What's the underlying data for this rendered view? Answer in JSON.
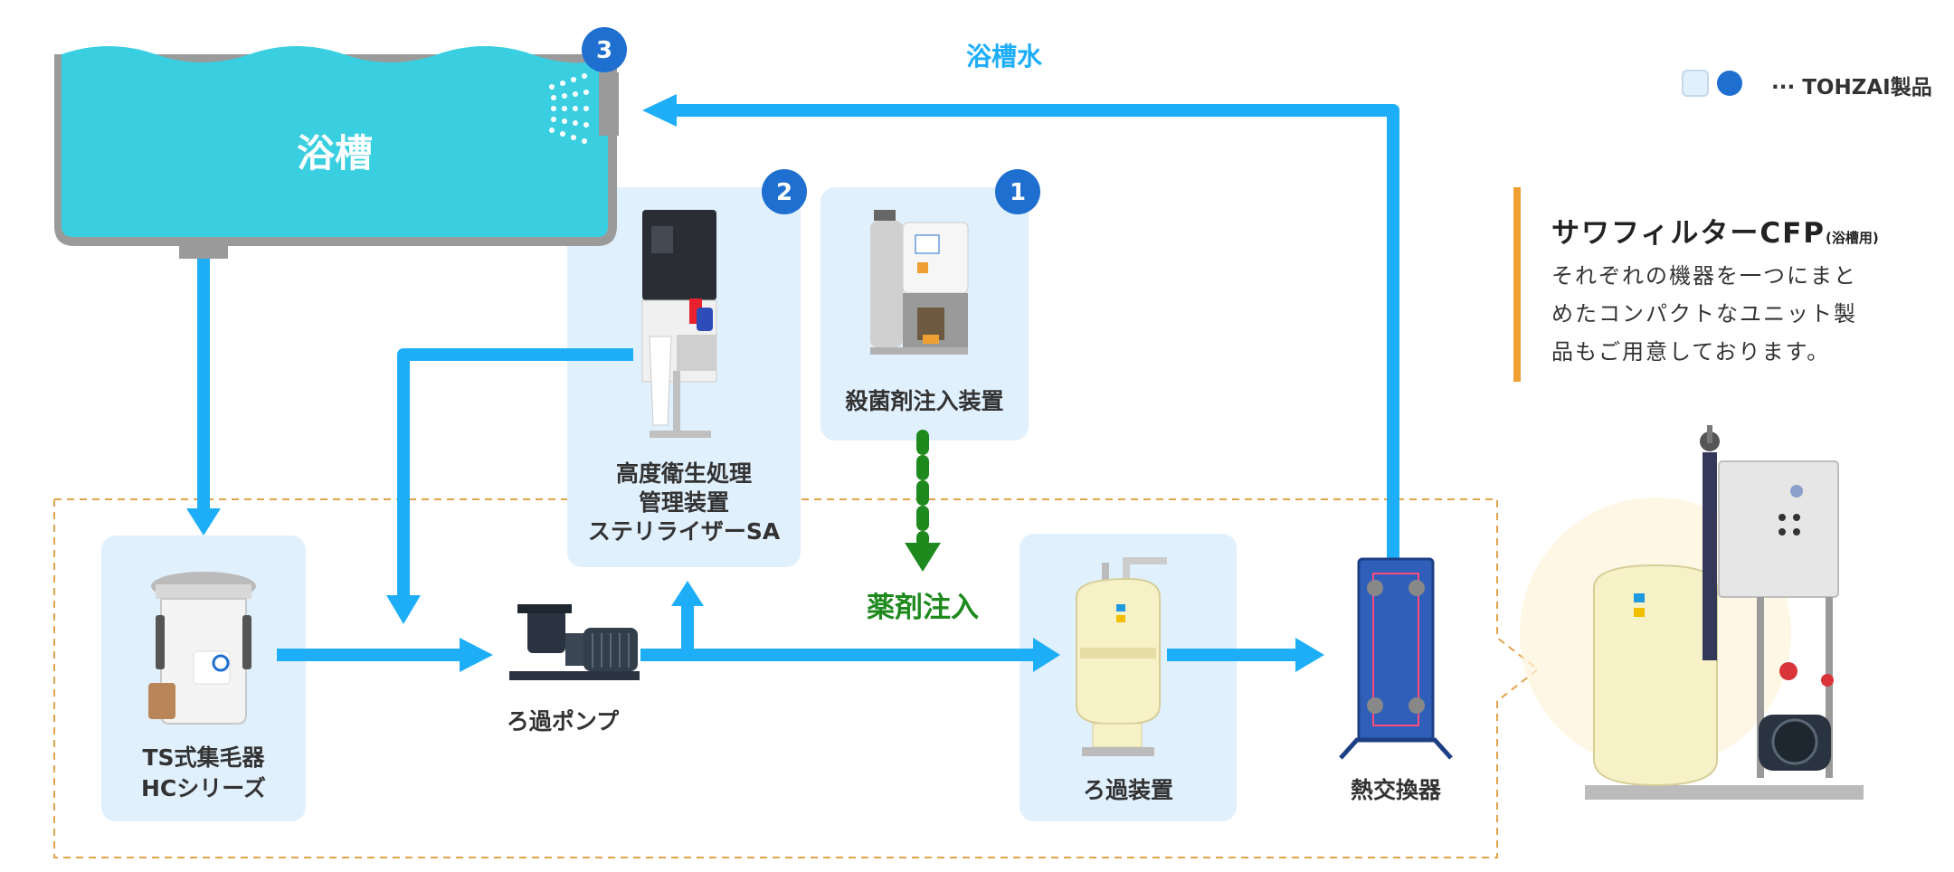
{
  "legend": {
    "text": "··· TOHZAI製品",
    "box_color": "#E1F0FD",
    "dot_color": "#1E6FCF"
  },
  "tank": {
    "label": "浴槽",
    "color": "#3ACFE0"
  },
  "flow_labels": {
    "return_water": "浴槽水",
    "chemical_injection": "薬剤注入"
  },
  "badges": [
    "1",
    "2",
    "3"
  ],
  "components": {
    "hair_catcher": {
      "line1": "TS式集毛器",
      "line2": "HCシリーズ"
    },
    "pump": {
      "label": "ろ過ポンプ"
    },
    "sterilizer": {
      "line1": "高度衛生処理",
      "line2": "管理装置",
      "line3": "ステリライザーSA"
    },
    "disinfectant_injector": {
      "label": "殺菌剤注入装置"
    },
    "filter": {
      "label": "ろ過装置"
    },
    "heat_exchanger": {
      "label": "熱交換器"
    }
  },
  "cfp": {
    "title": "サワフィルターCFP",
    "title_note": "(浴槽用)",
    "description": [
      "それぞれの機器を一つにまと",
      "めたコンパクトなユニット製",
      "品もご用意しております。"
    ]
  },
  "colors": {
    "flow": "#1EAEF8",
    "panel": "#E1F0FD",
    "badge": "#1E6FCF",
    "chemical": "#1E8A1E",
    "accent": "#F0A030"
  }
}
